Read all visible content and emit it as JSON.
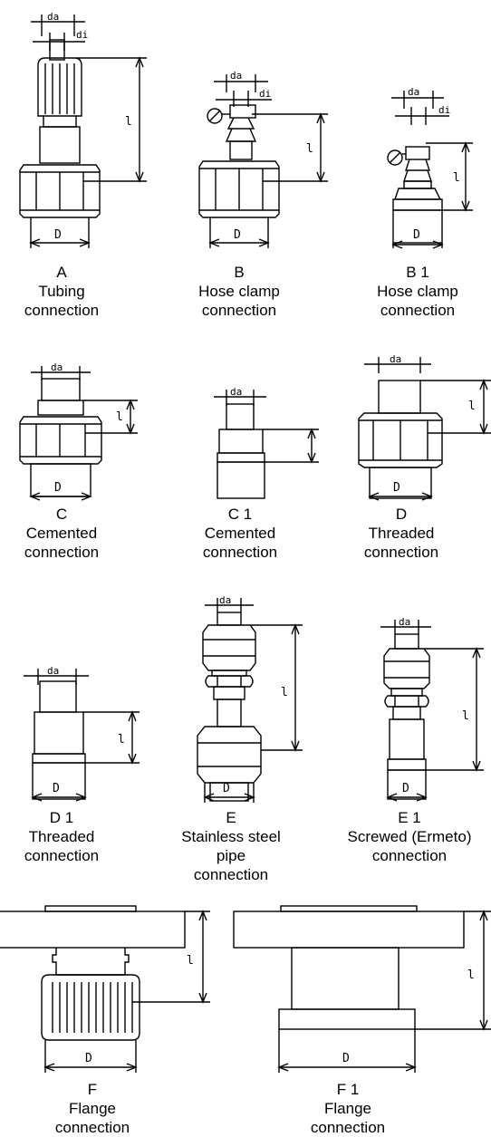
{
  "labels": {
    "da": "da",
    "di": "di",
    "l": "l",
    "D": "D"
  },
  "variants": [
    {
      "code": "A",
      "lines": [
        "Tubing",
        "connection"
      ]
    },
    {
      "code": "B",
      "lines": [
        "Hose clamp",
        "connection"
      ]
    },
    {
      "code": "B 1",
      "lines": [
        "Hose clamp",
        "connection"
      ]
    },
    {
      "code": "C",
      "lines": [
        "Cemented",
        "connection"
      ]
    },
    {
      "code": "C 1",
      "lines": [
        "Cemented",
        "connection"
      ]
    },
    {
      "code": "D",
      "lines": [
        "Threaded",
        "connection"
      ]
    },
    {
      "code": "D 1",
      "lines": [
        "Threaded",
        "connection"
      ]
    },
    {
      "code": "E",
      "lines": [
        "Stainless steel",
        "pipe",
        "connection"
      ]
    },
    {
      "code": "E 1",
      "lines": [
        "Screwed (Ermeto)",
        "connection"
      ]
    },
    {
      "code": "F",
      "lines": [
        "Flange",
        "connection"
      ]
    },
    {
      "code": "F 1",
      "lines": [
        "Flange",
        "connection"
      ]
    }
  ]
}
